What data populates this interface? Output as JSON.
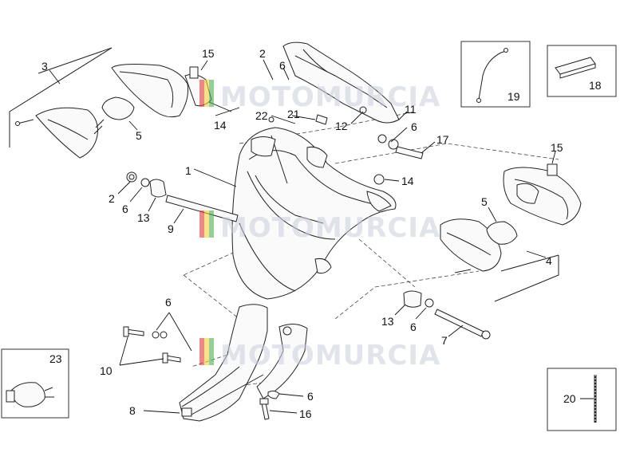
{
  "watermark": {
    "brand": "MOTOMURCIA",
    "colors": {
      "red": "#e23b3b",
      "yellow": "#f1d23a",
      "green": "#4caf50",
      "text": "#c8ced9"
    }
  },
  "callouts": {
    "n1": "1",
    "n2a": "2",
    "n2b": "2",
    "n3": "3",
    "n4": "4",
    "n5a": "5",
    "n5b": "5",
    "n6a": "6",
    "n6b": "6",
    "n6c": "6",
    "n6d": "6",
    "n6e": "6",
    "n6f": "6",
    "n7": "7",
    "n8": "8",
    "n9": "9",
    "n10": "10",
    "n11": "11",
    "n12": "12",
    "n13a": "13",
    "n13b": "13",
    "n14a": "14",
    "n14b": "14",
    "n15a": "15",
    "n15b": "15",
    "n16": "16",
    "n17": "17",
    "n18": "18",
    "n19": "19",
    "n20": "20",
    "n21": "21",
    "n22": "22",
    "n23": "23"
  }
}
